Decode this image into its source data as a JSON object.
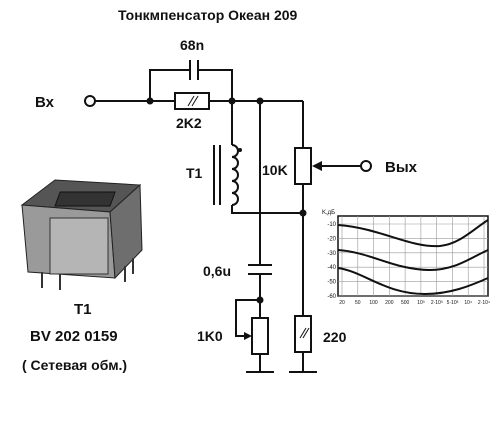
{
  "title": "Тонкмпенсатор Океан 209",
  "labels": {
    "cap_68n": "68n",
    "res_2k2": "2K2",
    "input": "Вх",
    "output": "Вых",
    "t1": "T1",
    "pot_10k": "10K",
    "cap_06u": "0,6u",
    "res_1k0": "1K0",
    "res_220": "220"
  },
  "transformer": {
    "name": "T1",
    "part": "BV 202 0159",
    "note": "( Сетевая обм.)"
  },
  "graph": {
    "ylabel": "K,дБ",
    "y_ticks": [
      "-10",
      "-20",
      "-30",
      "-40",
      "-50",
      "-60"
    ],
    "x_ticks": [
      "20",
      "50",
      "100",
      "200",
      "500",
      "10³",
      "2·10³",
      "5·10³",
      "10⁴",
      "2·10⁴"
    ]
  },
  "colors": {
    "ink": "#111111",
    "background": "#ffffff"
  }
}
